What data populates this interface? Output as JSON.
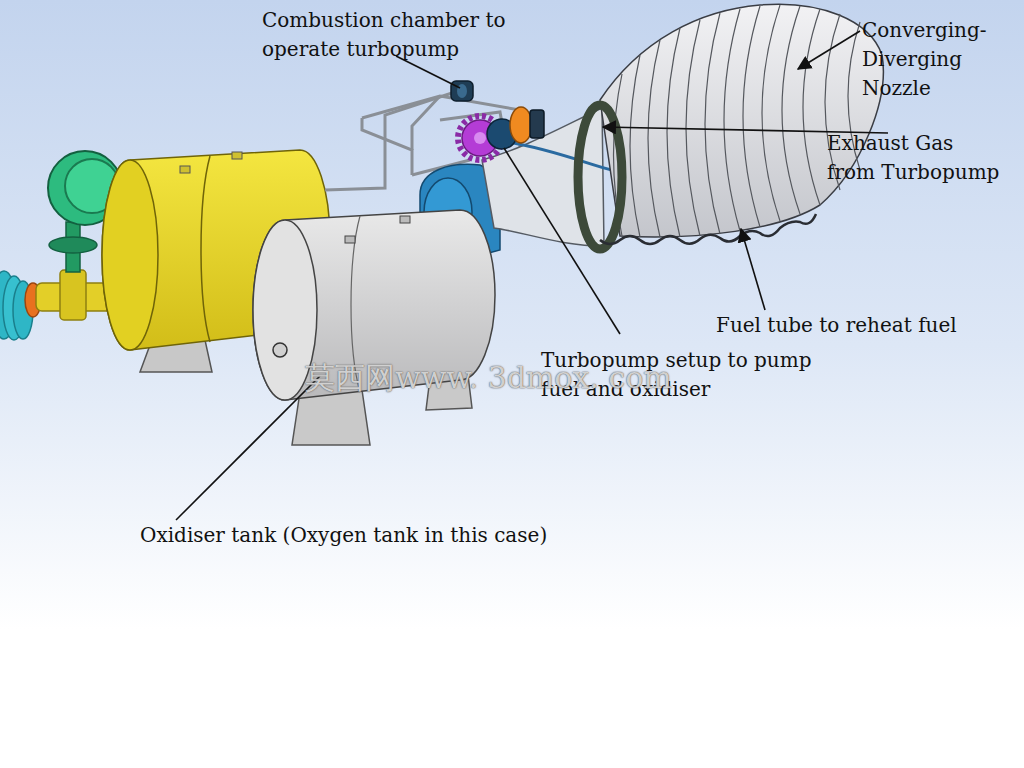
{
  "diagram": {
    "labels": [
      "Combustion chamber to operate turbopump",
      "Converging- Diverging Nozzle",
      "Exhaust Gas from Turbopump",
      "Fuel tube to reheat fuel",
      "Turbopump setup to pump fuel and oxidiser",
      "Oxidiser tank (Oxygen tank in this case)",
      "莫西网www. 3dmox. com"
    ]
  }
}
